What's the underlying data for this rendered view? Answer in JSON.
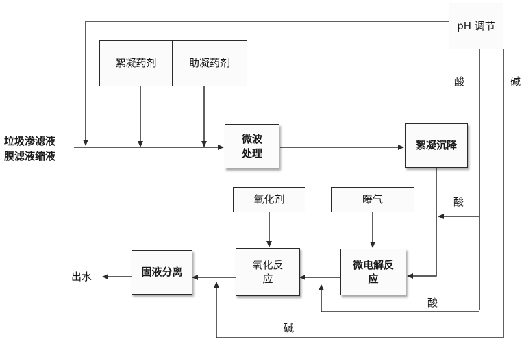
{
  "nodes": {
    "ph_adjust": "pH 调节",
    "flocculant": "絮凝药剂",
    "coagulant_aid": "助凝药剂",
    "microwave": "微波\n处理",
    "floc_settle": "絮凝沉降",
    "oxidant": "氧化剂",
    "aeration": "曝气",
    "micro_electrolysis": "微电解反\n应",
    "oxidation": "氧化反\n应",
    "solid_liquid": "固液分离"
  },
  "labels": {
    "input_line1": "垃圾渗滤液",
    "input_line2": "膜滤液缩液",
    "output": "出水",
    "acid_1": "酸",
    "base_1": "碱",
    "acid_2": "酸",
    "acid_3": "酸",
    "base_2": "碱"
  },
  "colors": {
    "line": "#2a2a2a",
    "box_border": "#2a2a2a",
    "box_fill": "#fbfbfb",
    "text": "#1a1a1a"
  }
}
